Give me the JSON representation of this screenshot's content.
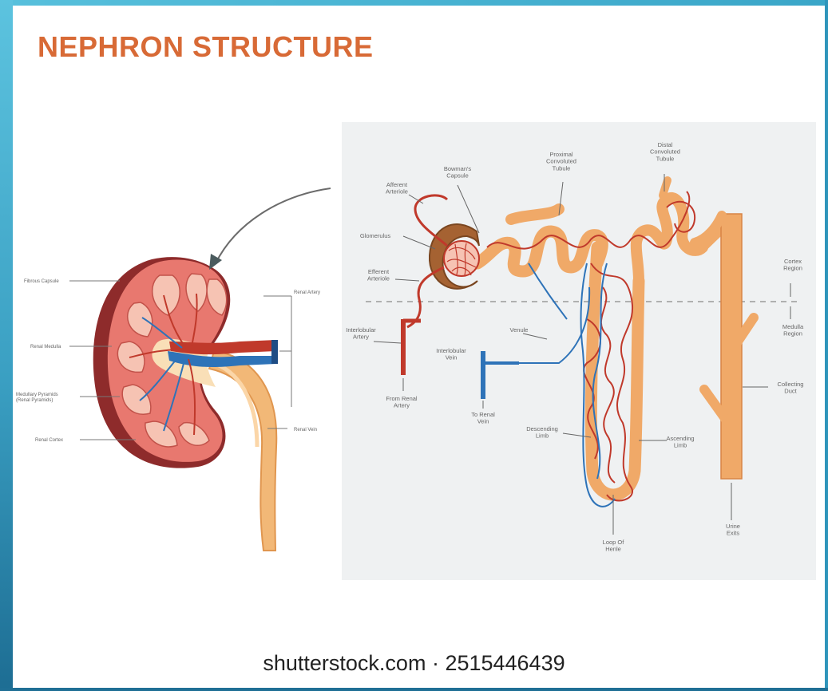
{
  "title": "NEPHRON STRUCTURE",
  "colors": {
    "title": "#d86a36",
    "artery": "#c0392b",
    "vein": "#2e73b8",
    "tubule": "#f0a968",
    "tubule_dark": "#d88445",
    "kidney_cortex": "#e8786f",
    "kidney_capsule": "#8e2b2b",
    "panel_bg": "#eff1f2",
    "frame": "#3aa6c8"
  },
  "kidney_labels": {
    "fibrous_capsule": "Fibrous Capsule",
    "renal_artery": "Renal Artery",
    "renal_medulla": "Renal Medulla",
    "medullary_pyramids": "Medullary Pyramids\n(Renal Pyramids)",
    "renal_vein": "Renal Vein",
    "renal_cortex": "Renal Cortex"
  },
  "nephron_labels": {
    "afferent_arteriole": "Afferent\nArteriole",
    "bowmans_capsule": "Bowman's\nCapsule",
    "proximal_tubule": "Proximal\nConvoluted\nTubule",
    "distal_tubule": "Distal\nConvoluted\nTubule",
    "glomerulus": "Glomerulus",
    "efferent_arteriole": "Efferent\nArteriole",
    "interlobular_artery": "Interlobular\nArtery",
    "venule": "Venule",
    "interlobular_vein": "Interlobular\nVein",
    "from_renal_artery": "From Renal\nArtery",
    "to_renal_vein": "To Renal\nVein",
    "descending_limb": "Descending\nLimb",
    "ascending_limb": "Ascending\nLimb",
    "loop_of_henle": "Loop Of\nHenle",
    "cortex_region": "Cortex\nRegion",
    "medulla_region": "Medulla\nRegion",
    "collecting_duct": "Collecting\nDuct",
    "urine_exits": "Urine\nExits"
  },
  "watermark": "shutterstock.com · 2515446439"
}
